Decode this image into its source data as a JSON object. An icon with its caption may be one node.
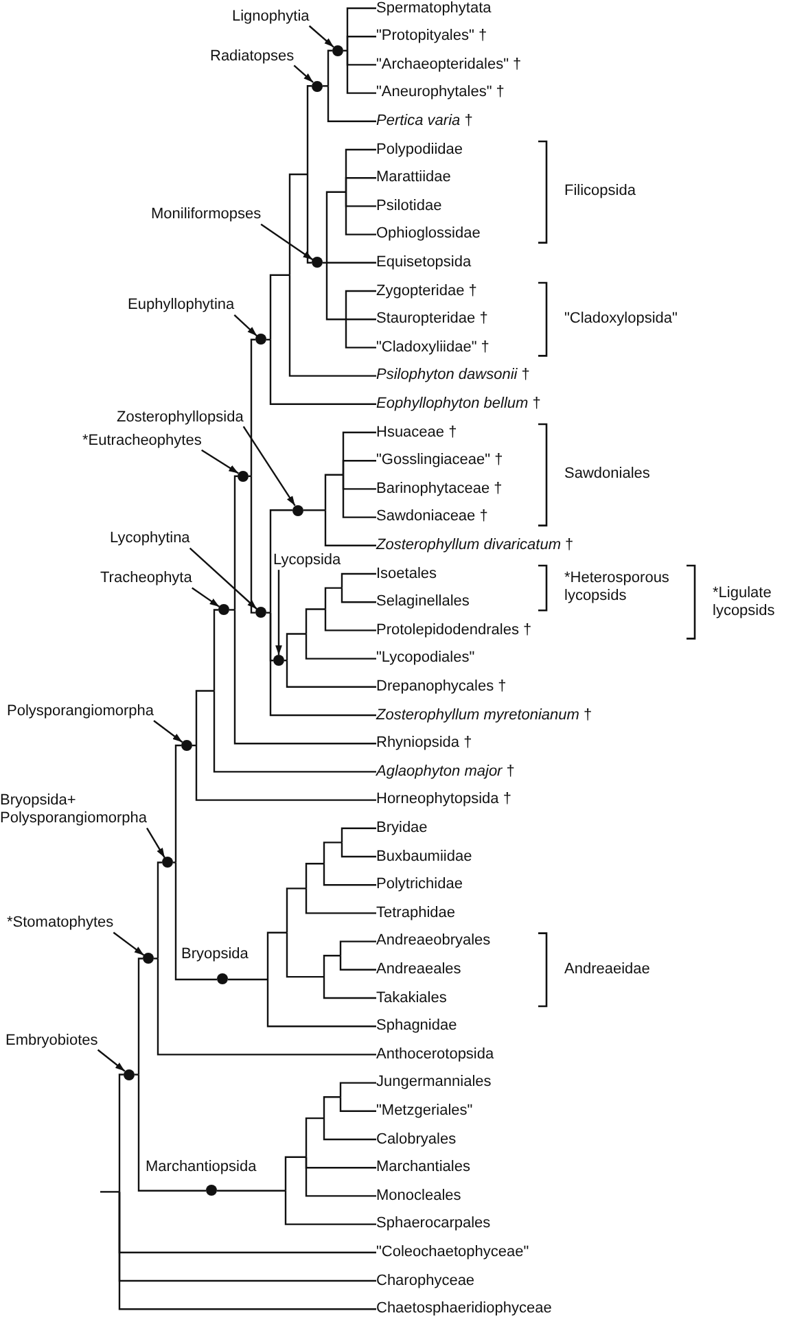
{
  "diagram": {
    "nodes": [
      {
        "text": [
          "Spermatophytata"
        ]
      },
      {
        "text": [
          "Lignophytia"
        ]
      },
      {
        "text": [
          "\"Protopityales\" †"
        ]
      },
      {
        "text": [],
        "shape": "circle"
      },
      {
        "text": [
          "Radiatopses"
        ]
      },
      {
        "text": [
          "\"Archaeopteridales\" †"
        ]
      },
      {
        "text": [],
        "shape": "circle"
      },
      {
        "text": [
          "\"Aneurophytales\" †"
        ]
      },
      {
        "text": [
          "*Pertica varia* †"
        ]
      },
      {
        "text": [
          "Polypodiidae"
        ]
      },
      {
        "text": [
          "Marattiidae"
        ]
      },
      {
        "text": [
          "Psilotidae"
        ]
      },
      {
        "text": [
          "Moniliformopses"
        ]
      },
      {
        "text": [
          "Ophioglossidae"
        ]
      },
      {
        "text": [
          "Equisetopsida"
        ]
      },
      {
        "text": [],
        "shape": "circle"
      },
      {
        "text": [
          "Zygopteridae †"
        ]
      },
      {
        "text": [
          "Euphyllophytina"
        ]
      },
      {
        "text": [
          "Stauropteridae †"
        ]
      },
      {
        "text": [],
        "shape": "circle"
      },
      {
        "text": [
          "\"Cladoxyliidae\" †"
        ]
      },
      {
        "text": [
          "*Psilophyton dawsonii* †"
        ]
      },
      {
        "text": [
          "*Eophyllophyton bellum* †"
        ]
      },
      {
        "text": [
          "Zosterophyllopsida"
        ]
      },
      {
        "text": [
          "Hsuaceae †"
        ]
      },
      {
        "text": [
          "*Eutracheophytes"
        ]
      },
      {
        "text": [
          "\"Gosslingiaceae\" †"
        ]
      },
      {
        "text": [],
        "shape": "circle"
      },
      {
        "text": [
          "Barinophytaceae †"
        ]
      },
      {
        "text": [],
        "shape": "circle"
      },
      {
        "text": [
          "Sawdoniaceae †"
        ]
      },
      {
        "text": [
          "Lycophytina"
        ]
      },
      {
        "text": [
          "*Zosterophyllum divaricatum* †"
        ]
      },
      {
        "text": [
          "Tracheophyta"
        ]
      },
      {
        "text": [
          "Lycopsida"
        ]
      },
      {
        "text": [
          "Isoetales"
        ]
      },
      {
        "text": [
          "Selaginellales"
        ]
      },
      {
        "text": [],
        "shape": "circle"
      },
      {
        "text": [],
        "shape": "circle"
      },
      {
        "text": [
          "Protolepidodendrales †"
        ]
      },
      {
        "text": [
          "\"Lycopodiales\""
        ]
      },
      {
        "text": [],
        "shape": "circle"
      },
      {
        "text": [
          "Drepanophycales †"
        ]
      },
      {
        "text": [
          "Polysporangiomorpha"
        ]
      },
      {
        "text": [
          "*Zosterophyllum myretonianum* †"
        ]
      },
      {
        "text": [
          "Rhyniopsida †"
        ]
      },
      {
        "text": [],
        "shape": "circle"
      },
      {
        "text": [
          "*Aglaophyton major* †"
        ]
      },
      {
        "text": [
          "Bryopsida+ Polysporangiomorpha"
        ]
      },
      {
        "text": [
          "Horneophytopsida †"
        ]
      },
      {
        "text": [
          "Bryidae"
        ]
      },
      {
        "text": [
          "Buxbaumiidae"
        ]
      },
      {
        "text": [],
        "shape": "circle"
      },
      {
        "text": [
          "Polytrichidae"
        ]
      },
      {
        "text": [
          "Tetraphidae"
        ]
      },
      {
        "text": [
          "*Stomatophytes"
        ]
      },
      {
        "text": [
          "Andreaeobryales"
        ]
      },
      {
        "text": [],
        "shape": "circle"
      },
      {
        "text": [],
        "shape": "circle",
        "beside": [
          "Bryopsida"
        ]
      },
      {
        "text": [
          "Andreaeales"
        ]
      },
      {
        "text": [
          "Takakiales"
        ]
      },
      {
        "text": [
          "Sphagnidae"
        ]
      },
      {
        "text": [
          "Embryobiotes"
        ]
      },
      {
        "text": [
          "Anthocerotopsida"
        ]
      },
      {
        "text": [],
        "shape": "circle"
      },
      {
        "text": [
          "Jungermanniales"
        ]
      },
      {
        "text": [
          "\"Metzgeriales\""
        ]
      },
      {
        "text": [
          "Calobryales"
        ]
      },
      {
        "text": [],
        "shape": "circle",
        "beside": [
          "Marchantiopsida"
        ]
      },
      {
        "text": [
          "Marchantiales"
        ]
      },
      {
        "text": [
          "Monocleales"
        ]
      },
      {
        "text": [
          "Sphaerocarpales"
        ]
      },
      {
        "text": [
          "\"Coleochaetophyceae\""
        ]
      },
      {
        "text": [
          "Charophyceae"
        ]
      },
      {
        "text": [
          "Chaetosphaeridiophyceae"
        ]
      }
    ],
    "edges": [
      {
        "from": 1,
        "to": 3,
        "arrow": "to"
      },
      {
        "from": 4,
        "to": 6,
        "arrow": "to"
      },
      {
        "from": 12,
        "to": 15,
        "arrow": "to"
      },
      {
        "from": 17,
        "to": 19,
        "arrow": "to"
      },
      {
        "from": 23,
        "to": 29,
        "arrow": "to"
      },
      {
        "from": 25,
        "to": 27,
        "arrow": "to"
      },
      {
        "from": 31,
        "to": 38,
        "arrow": "to"
      },
      {
        "from": 33,
        "to": 37,
        "arrow": "to"
      },
      {
        "from": 34,
        "to": 41,
        "arrow": "to"
      },
      {
        "from": 43,
        "to": 46,
        "arrow": "to"
      },
      {
        "from": 48,
        "to": 52,
        "arrow": "to"
      },
      {
        "from": 55,
        "to": 57,
        "arrow": "to"
      },
      {
        "from": 62,
        "to": 64,
        "arrow": "to"
      },
      {
        "from": null,
        "to": 64,
        "arrow": "none"
      },
      {
        "from": null,
        "to": 72,
        "arrow": "none"
      },
      {
        "from": null,
        "to": 73,
        "arrow": "none"
      },
      {
        "from": null,
        "to": 74,
        "arrow": "none"
      },
      {
        "from": 64,
        "to": 57,
        "arrow": "none"
      },
      {
        "from": 64,
        "to": 68,
        "arrow": "none"
      },
      {
        "from": 57,
        "to": 52,
        "arrow": "none"
      },
      {
        "from": 57,
        "to": 63,
        "arrow": "none"
      },
      {
        "from": 52,
        "to": 46,
        "arrow": "none"
      },
      {
        "from": 52,
        "to": 58,
        "arrow": "none"
      },
      {
        "from": 46,
        "to": 37,
        "arrow": "none"
      },
      {
        "from": 46,
        "to": 47,
        "arrow": "none"
      },
      {
        "from": 46,
        "to": 49,
        "arrow": "none"
      },
      {
        "from": 37,
        "to": 27,
        "arrow": "none"
      },
      {
        "from": 37,
        "to": 45,
        "arrow": "none"
      },
      {
        "from": 27,
        "to": 19,
        "arrow": "none"
      },
      {
        "from": 27,
        "to": 38,
        "arrow": "none"
      },
      {
        "from": 19,
        "to": 6,
        "arrow": "none"
      },
      {
        "from": 19,
        "to": 15,
        "arrow": "none"
      },
      {
        "from": 19,
        "to": 21,
        "arrow": "none"
      },
      {
        "from": 19,
        "to": 22,
        "arrow": "none"
      },
      {
        "from": 6,
        "to": 3,
        "arrow": "none"
      },
      {
        "from": 6,
        "to": 8,
        "arrow": "none"
      },
      {
        "from": 3,
        "to": 0,
        "arrow": "none"
      },
      {
        "from": 3,
        "to": 2,
        "arrow": "none"
      },
      {
        "from": 3,
        "to": 5,
        "arrow": "none"
      },
      {
        "from": 3,
        "to": 7,
        "arrow": "none"
      },
      {
        "from": 15,
        "to": 9,
        "arrow": "none"
      },
      {
        "from": 15,
        "to": 10,
        "arrow": "none"
      },
      {
        "from": 15,
        "to": 11,
        "arrow": "none"
      },
      {
        "from": 15,
        "to": 13,
        "arrow": "none"
      },
      {
        "from": 15,
        "to": 14,
        "arrow": "none"
      },
      {
        "from": 15,
        "to": 16,
        "arrow": "none"
      },
      {
        "from": 15,
        "to": 18,
        "arrow": "none"
      },
      {
        "from": 15,
        "to": 20,
        "arrow": "none"
      },
      {
        "from": 38,
        "to": 29,
        "arrow": "none"
      },
      {
        "from": 38,
        "to": 41,
        "arrow": "none"
      },
      {
        "from": 38,
        "to": 44,
        "arrow": "none"
      },
      {
        "from": 29,
        "to": 24,
        "arrow": "none"
      },
      {
        "from": 29,
        "to": 26,
        "arrow": "none"
      },
      {
        "from": 29,
        "to": 28,
        "arrow": "none"
      },
      {
        "from": 29,
        "to": 30,
        "arrow": "none"
      },
      {
        "from": 29,
        "to": 32,
        "arrow": "none"
      },
      {
        "from": 41,
        "to": 35,
        "arrow": "none"
      },
      {
        "from": 41,
        "to": 36,
        "arrow": "none"
      },
      {
        "from": 41,
        "to": 39,
        "arrow": "none"
      },
      {
        "from": 41,
        "to": 40,
        "arrow": "none"
      },
      {
        "from": 41,
        "to": 42,
        "arrow": "none"
      },
      {
        "from": 58,
        "to": 50,
        "arrow": "none"
      },
      {
        "from": 58,
        "to": 51,
        "arrow": "none"
      },
      {
        "from": 58,
        "to": 53,
        "arrow": "none"
      },
      {
        "from": 58,
        "to": 54,
        "arrow": "none"
      },
      {
        "from": 58,
        "to": 56,
        "arrow": "none"
      },
      {
        "from": 58,
        "to": 59,
        "arrow": "none"
      },
      {
        "from": 58,
        "to": 60,
        "arrow": "none"
      },
      {
        "from": 58,
        "to": 61,
        "arrow": "none"
      },
      {
        "from": 68,
        "to": 65,
        "arrow": "none"
      },
      {
        "from": 68,
        "to": 66,
        "arrow": "none"
      },
      {
        "from": 68,
        "to": 67,
        "arrow": "none"
      },
      {
        "from": 68,
        "to": 69,
        "arrow": "none"
      },
      {
        "from": 68,
        "to": 70,
        "arrow": "none"
      },
      {
        "from": 68,
        "to": 71,
        "arrow": "none"
      }
    ],
    "labels": [
      "Filicopsida",
      "\"Cladoxylopsida\"",
      "Sawdoniales",
      "*Heterosporous lycopsids",
      "*Ligulate lycopsids",
      "Andreaeidae"
    ]
  }
}
